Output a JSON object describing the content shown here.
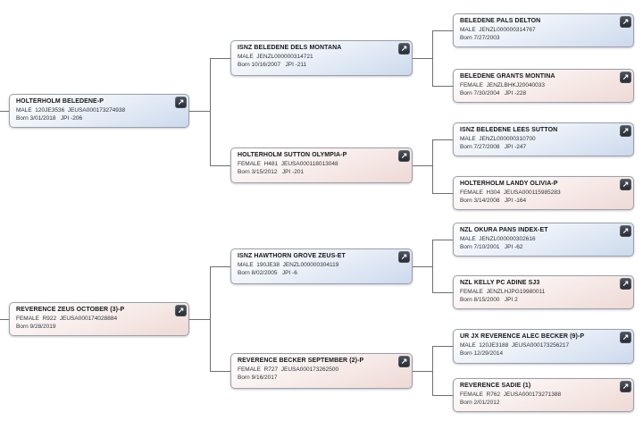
{
  "pedigree": {
    "nodes": [
      {
        "name": "HOLTERHOLM BELEDENE-P",
        "sex": "MALE",
        "details": [
          "MALE  120JE3536  JEUSA000173274938",
          "Born 3/01/2018   JPI -206"
        ]
      },
      {
        "name": "REVERENCE ZEUS OCTOBER (3)-P",
        "sex": "FEMALE",
        "details": [
          "FEMALE  R922  JEUSA000174028884",
          "Born 9/28/2019"
        ]
      },
      {
        "name": "ISNZ BELEDENE DELS MONTANA",
        "sex": "MALE",
        "details": [
          "MALE  JENZL000000314721",
          "Born 10/16/2007   JPI -211"
        ]
      },
      {
        "name": "HOLTERHOLM SUTTON OLYMPIA-P",
        "sex": "FEMALE",
        "details": [
          "FEMALE  H481  JEUSA000118013048",
          "Born 3/15/2012   JPI -201"
        ]
      },
      {
        "name": "ISNZ HAWTHORN GROVE ZEUS-ET",
        "sex": "MALE",
        "details": [
          "MALE  190JE38  JENZL000000304119",
          "Born 8/02/2005   JPI -6"
        ]
      },
      {
        "name": "REVERENCE BECKER SEPTEMBER (2)-P",
        "sex": "FEMALE",
        "details": [
          "FEMALE  R727  JEUSA000173262500",
          "Born 9/16/2017"
        ]
      },
      {
        "name": "BELEDENE PALS DELTON",
        "sex": "MALE",
        "details": [
          "MALE  JENZL000000314767",
          "Born 7/27/2003"
        ]
      },
      {
        "name": "BELEDENE GRANTS MONTINA",
        "sex": "FEMALE",
        "details": [
          "FEMALE  JENZLBHKJ20040033",
          "Born 7/30/2004   JPI -228"
        ]
      },
      {
        "name": "ISNZ BELEDENE LEES SUTTON",
        "sex": "MALE",
        "details": [
          "MALE  JENZL000000310700",
          "Born 7/27/2008   JPI -247"
        ]
      },
      {
        "name": "HOLTERHOLM LANDY OLIVIA-P",
        "sex": "FEMALE",
        "details": [
          "FEMALE  H304  JEUSA000115985283",
          "Born 3/14/2008   JPI -164"
        ]
      },
      {
        "name": "NZL OKURA PANS INDEX-ET",
        "sex": "MALE",
        "details": [
          "MALE  JENZL000000302616",
          "Born 7/10/2001   JPI -62"
        ]
      },
      {
        "name": "NZL KELLY PC ADINE SJ3",
        "sex": "FEMALE",
        "details": [
          "FEMALE  JENZLHJPG19980011",
          "Born 8/15/2000   JPI 2"
        ]
      },
      {
        "name": "UR JX REVERENCE ALEC BECKER (9)-P",
        "sex": "MALE",
        "details": [
          "MALE  120JE3188  JEUSA000173256217",
          "Born 12/29/2014"
        ]
      },
      {
        "name": "REVERENCE SADIE (1)",
        "sex": "FEMALE",
        "details": [
          "FEMALE  R762  JEUSA000173271388",
          "Born 2/01/2012"
        ]
      }
    ]
  },
  "icons": {
    "expand_glyph": "↗"
  },
  "colors": {
    "male_fill": "#ccd9ed",
    "female_fill": "#eed9d5",
    "box_border": "#9aa0a9",
    "connector": "#6f6f6f",
    "icon_bg": "#30353c"
  }
}
